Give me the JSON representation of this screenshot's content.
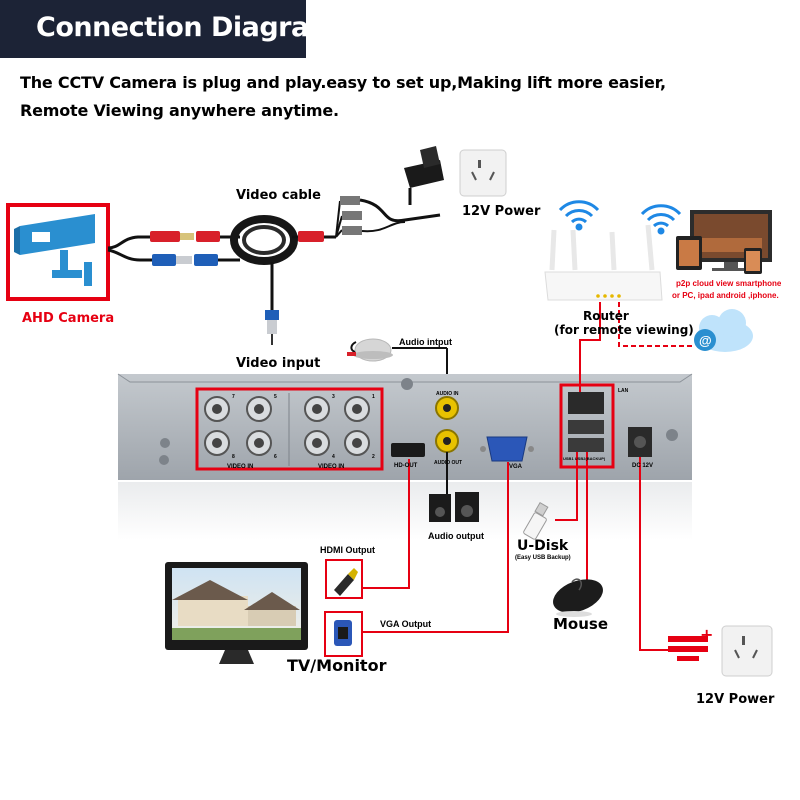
{
  "header": {
    "title": "Connection Diagram",
    "subtitle_line1": "The CCTV Camera is plug and play.easy to set up,Making lift more easier,",
    "subtitle_line2": "Remote Viewing anywhere anytime."
  },
  "labels": {
    "video_cable": "Video cable",
    "power_top": "12V Power",
    "ahd_camera": "AHD Camera",
    "video_input": "Video input",
    "audio_input": "Audio intput",
    "router": "Router",
    "router_note": "(for remote viewing)",
    "p2p_line1": "p2p cloud  view smartphone",
    "p2p_line2": "or PC, ipad android ,iphone.",
    "audio_output": "Audio output",
    "hdmi_output": "HDMI Output",
    "vga_output": "VGA Output",
    "u_disk": "U-Disk",
    "u_disk_note": "(Easy USB Backup)",
    "mouse": "Mouse",
    "tv_monitor": "TV/Monitor",
    "power_bottom": "12V Power"
  },
  "dvr_panel": {
    "video_in_left": "VIDEO IN",
    "video_in_right": "VIDEO IN",
    "audio_in": "AUDIO IN",
    "audio_out": "AUDIO OUT",
    "hd_out": "HD-OUT",
    "vga": "VGA",
    "lan": "LAN",
    "usb": "USB1  USB2(BACKUP)",
    "dc": "DC 12V",
    "channel_numbers": [
      "7",
      "5",
      "3",
      "1",
      "8",
      "6",
      "4",
      "2"
    ]
  },
  "colors": {
    "header_bg": "#1c2336",
    "accent_red": "#e60012",
    "camera_blue": "#2a8fd0",
    "dvr_body": "#a9afb6"
  },
  "icons": [
    "camera-icon",
    "power-adapter-icon",
    "wall-socket-icon",
    "router-icon",
    "wifi-icon",
    "devices-icon",
    "cloud-icon",
    "microphone-icon",
    "speaker-icon",
    "hdmi-plug-icon",
    "vga-plug-icon",
    "usb-drive-icon",
    "mouse-icon",
    "monitor-icon",
    "dc-plug-icon"
  ]
}
